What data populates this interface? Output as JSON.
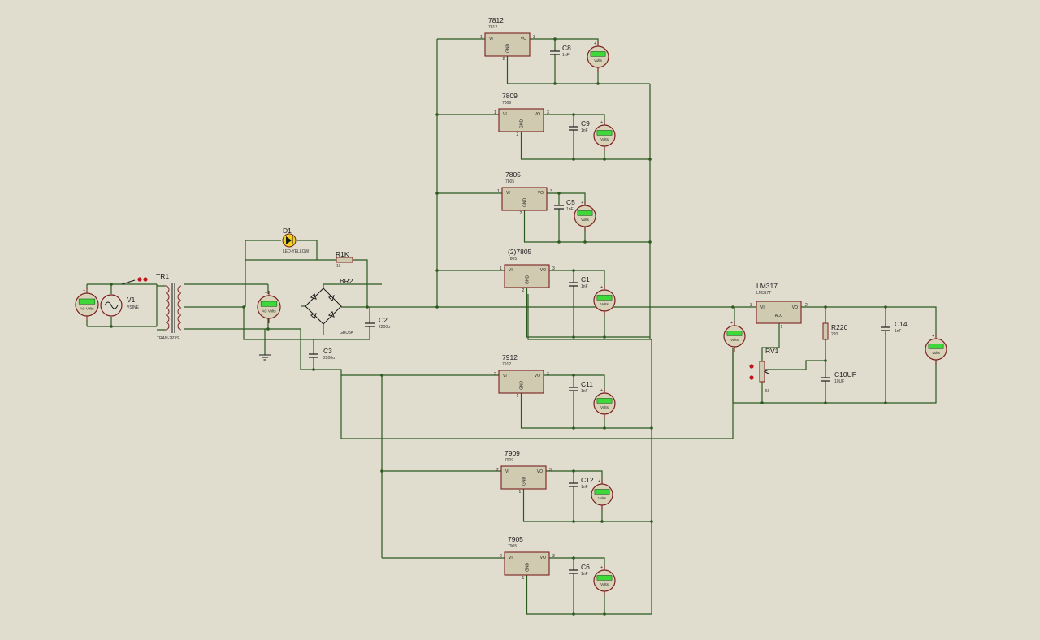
{
  "source": {
    "ref": "V1",
    "value": "VSINE"
  },
  "transformer": {
    "ref": "TR1",
    "value": "TRAN-2P3S"
  },
  "diode_led": {
    "ref": "D1",
    "value": "LED-YELLOW"
  },
  "resistor_r1": {
    "ref": "R1K",
    "value": "1k"
  },
  "bridge": {
    "ref": "BR2",
    "value": "GBU8A"
  },
  "cap_c2": {
    "ref": "C2",
    "value": "2200u"
  },
  "cap_c3": {
    "ref": "C3",
    "value": "2200u"
  },
  "ac_meter_label": "AC Volts",
  "dc_meter_label": "Volts",
  "pin_labels": {
    "vi": "VI",
    "vo": "VO",
    "gnd": "GND",
    "adj": "ADJ"
  },
  "regulators": [
    {
      "ref": "7812",
      "value": "7812",
      "cap": "C8",
      "cap_value": "1nF",
      "in_pin": "1",
      "out_pin": "3",
      "gnd_pin": "2"
    },
    {
      "ref": "7809",
      "value": "7809",
      "cap": "C9",
      "cap_value": "1nF",
      "in_pin": "1",
      "out_pin": "3",
      "gnd_pin": "2"
    },
    {
      "ref": "7805",
      "value": "7805",
      "cap": "C5",
      "cap_value": "1nF",
      "in_pin": "1",
      "out_pin": "3",
      "gnd_pin": "2"
    },
    {
      "ref": "(2)7805",
      "value": "7805",
      "cap": "C1",
      "cap_value": "1nF",
      "in_pin": "1",
      "out_pin": "3",
      "gnd_pin": "2"
    },
    {
      "ref": "7912",
      "value": "7912",
      "cap": "C11",
      "cap_value": "1nF",
      "in_pin": "2",
      "out_pin": "3",
      "gnd_pin": "1"
    },
    {
      "ref": "7909",
      "value": "7909",
      "cap": "C12",
      "cap_value": "1nF",
      "in_pin": "2",
      "out_pin": "3",
      "gnd_pin": "1"
    },
    {
      "ref": "7905",
      "value": "7905",
      "cap": "C6",
      "cap_value": "1nF",
      "in_pin": "2",
      "out_pin": "3",
      "gnd_pin": "1"
    }
  ],
  "lm317": {
    "ref": "LM317",
    "value": "LM317T",
    "in_pin": "3",
    "out_pin": "2",
    "adj_pin": "1"
  },
  "r220": {
    "ref": "R220",
    "value": "220"
  },
  "rv1": {
    "ref": "RV1",
    "value": "5k"
  },
  "c10": {
    "ref": "C10UF",
    "value": "10UF"
  },
  "c14": {
    "ref": "C14",
    "value": "1nF"
  }
}
